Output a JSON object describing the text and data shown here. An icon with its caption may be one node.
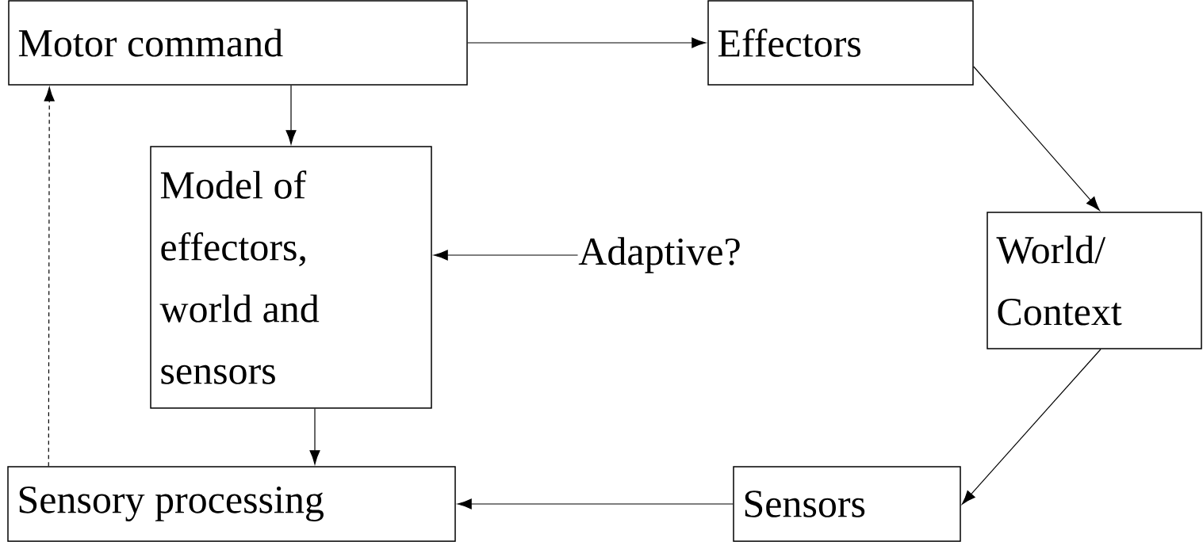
{
  "diagram": {
    "nodes": [
      {
        "text": [
          "Motor command"
        ]
      },
      {
        "text": [
          "Effectors"
        ]
      },
      {
        "text": [
          "Model of effectors, world and sensors"
        ]
      },
      {
        "text": [
          "Adaptive?"
        ]
      },
      {
        "text": [
          "World/ Context"
        ]
      },
      {
        "text": [
          "Sensors"
        ]
      },
      {
        "text": [
          "Sensory processing"
        ]
      }
    ],
    "edges": [
      {
        "from": 0,
        "to": 1,
        "arrow": "to"
      },
      {
        "from": 1,
        "to": 4,
        "arrow": "to"
      },
      {
        "from": 4,
        "to": 5,
        "arrow": "to"
      },
      {
        "from": 5,
        "to": 6,
        "arrow": "to"
      },
      {
        "from": 0,
        "to": 2,
        "arrow": "to"
      },
      {
        "from": 2,
        "to": 6,
        "arrow": "to"
      },
      {
        "from": 3,
        "to": 2,
        "arrow": "to"
      },
      {
        "from": 6,
        "to": 0,
        "arrow": "to",
        "style": "dashed"
      }
    ]
  }
}
